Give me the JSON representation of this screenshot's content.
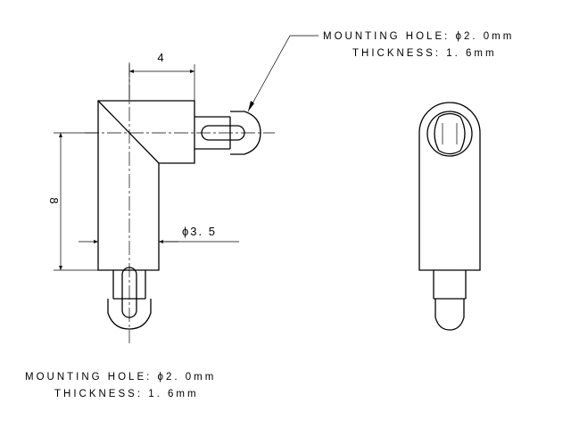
{
  "top_note": {
    "hole": "MOUNTING HOLE: ϕ2. 0mm",
    "thickness": "THICKNESS: 1. 6mm"
  },
  "bottom_note": {
    "hole": "MOUNTING HOLE: ϕ2. 0mm",
    "thickness": "THICKNESS: 1. 6mm"
  },
  "dimensions": {
    "width": "4",
    "height": "8",
    "diameter": "ϕ3. 5"
  }
}
